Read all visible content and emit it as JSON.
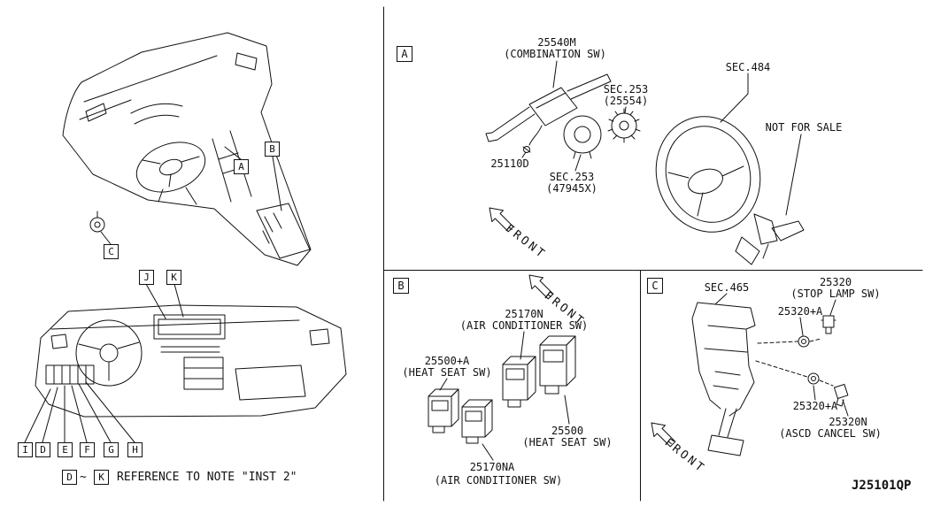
{
  "doc": {
    "code": "J25101QP"
  },
  "panels": {
    "a": "A",
    "b": "B",
    "c": "C"
  },
  "callouts": {
    "a": "A",
    "b": "B",
    "c": "C",
    "j": "J",
    "k": "K",
    "i": "I",
    "d": "D",
    "e": "E",
    "f": "F",
    "g": "G",
    "h": "H"
  },
  "note": {
    "start": "D",
    "tilde": "~",
    "end": "K",
    "text": "REFERENCE TO NOTE \"INST 2\""
  },
  "section_a": {
    "combination_sw_part": "25540M",
    "combination_sw_name": "(COMBINATION SW)",
    "sec253_coil": "SEC.253",
    "sec253_coil_part": "(25554)",
    "sec484": "SEC.484",
    "not_for_sale": "NOT FOR SALE",
    "screw_part": "25110D",
    "sec253_spring": "SEC.253",
    "sec253_spring_part": "(47945X)",
    "front": "FRONT"
  },
  "section_b": {
    "front": "FRONT",
    "ac_sw_part": "25170N",
    "ac_sw_name": "(AIR CONDITIONER SW)",
    "heat_seat_a_part": "25500+A",
    "heat_seat_a_name": "(HEAT SEAT SW)",
    "heat_seat_part": "25500",
    "heat_seat_name": "(HEAT SEAT SW)",
    "ac_sw_na_part": "25170NA",
    "ac_sw_na_name": "(AIR CONDITIONER SW)"
  },
  "section_c": {
    "sec465": "SEC.465",
    "stop_lamp_part": "25320",
    "stop_lamp_name": "(STOP LAMP SW)",
    "washer_upper_part": "25320+A",
    "washer_lower_part": "25320+A",
    "ascd_part": "25320N",
    "ascd_name": "(ASCD CANCEL SW)",
    "front": "FRONT"
  }
}
